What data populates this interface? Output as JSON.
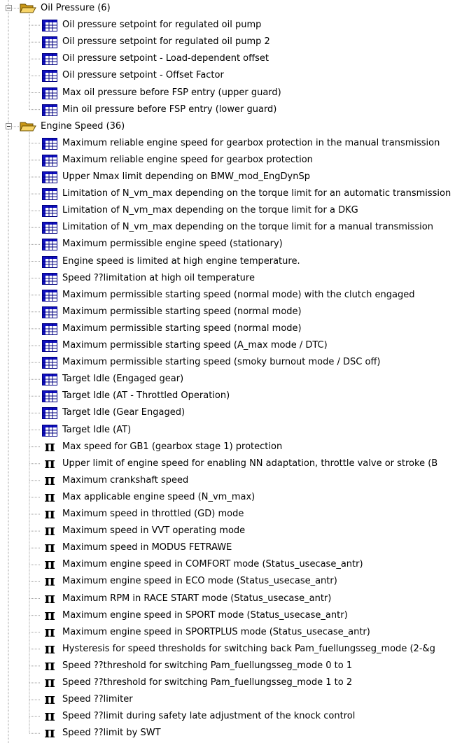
{
  "groups": [
    {
      "label": "Oil Pressure (6)",
      "items": [
        {
          "label": "Oil pressure setpoint for regulated oil pump",
          "icon": "table-icon"
        },
        {
          "label": "Oil pressure setpoint for regulated oil pump 2",
          "icon": "table-icon"
        },
        {
          "label": "Oil pressure setpoint - Load-dependent offset",
          "icon": "table-icon"
        },
        {
          "label": "Oil pressure setpoint - Offset Factor",
          "icon": "table-icon"
        },
        {
          "label": "Max oil pressure before FSP entry (upper guard)",
          "icon": "table-icon"
        },
        {
          "label": "Min oil pressure before FSP entry (lower guard)",
          "icon": "table-icon"
        }
      ]
    },
    {
      "label": "Engine Speed (36)",
      "items": [
        {
          "label": "Maximum reliable engine speed for gearbox protection in the manual transmission",
          "icon": "table-icon"
        },
        {
          "label": "Maximum reliable engine speed for gearbox protection",
          "icon": "table-icon"
        },
        {
          "label": "Upper Nmax limit depending on BMW_mod_EngDynSp",
          "icon": "table-icon"
        },
        {
          "label": "Limitation of N_vm_max depending on the torque limit for an automatic transmission",
          "icon": "table-icon"
        },
        {
          "label": "Limitation of N_vm_max depending on the torque limit for a DKG",
          "icon": "table-icon"
        },
        {
          "label": "Limitation of N_vm_max depending on the torque limit for a manual transmission",
          "icon": "table-icon"
        },
        {
          "label": "Maximum permissible engine speed (stationary)",
          "icon": "table-icon"
        },
        {
          "label": "Engine speed is limited at high engine temperature.",
          "icon": "table-icon"
        },
        {
          "label": "Speed ??limitation at high oil temperature",
          "icon": "table-icon"
        },
        {
          "label": "Maximum permissible starting speed (normal mode) with the clutch engaged",
          "icon": "table-icon"
        },
        {
          "label": "Maximum permissible starting speed (normal mode)",
          "icon": "table-icon"
        },
        {
          "label": "Maximum permissible starting speed (normal mode)",
          "icon": "table-icon"
        },
        {
          "label": "Maximum permissible starting speed (A_max mode / DTC)",
          "icon": "table-icon"
        },
        {
          "label": "Maximum permissible starting speed (smoky burnout mode / DSC off)",
          "icon": "table-icon"
        },
        {
          "label": "Target Idle (Engaged gear)",
          "icon": "table-icon"
        },
        {
          "label": "Target Idle (AT - Throttled Operation)",
          "icon": "table-icon"
        },
        {
          "label": "Target Idle (Gear Engaged)",
          "icon": "table-icon"
        },
        {
          "label": "Target Idle (AT)",
          "icon": "table-icon"
        },
        {
          "label": "Max speed for GB1 (gearbox stage 1) protection",
          "icon": "pi-icon"
        },
        {
          "label": "Upper limit of engine speed for enabling NN adaptation, throttle valve or stroke (B",
          "icon": "pi-icon"
        },
        {
          "label": "Maximum crankshaft speed",
          "icon": "pi-icon"
        },
        {
          "label": "Max applicable engine speed (N_vm_max)",
          "icon": "pi-icon"
        },
        {
          "label": "Maximum speed in throttled (GD) mode",
          "icon": "pi-icon"
        },
        {
          "label": "Maximum speed in VVT operating mode",
          "icon": "pi-icon"
        },
        {
          "label": "Maximum speed in MODUS FETRAWE",
          "icon": "pi-icon"
        },
        {
          "label": "Maximum engine speed in COMFORT mode (Status_usecase_antr)",
          "icon": "pi-icon"
        },
        {
          "label": "Maximum engine speed in ECO mode (Status_usecase_antr)",
          "icon": "pi-icon"
        },
        {
          "label": "Maximum RPM in RACE START mode (Status_usecase_antr)",
          "icon": "pi-icon"
        },
        {
          "label": "Maximum engine speed in SPORT mode (Status_usecase_antr)",
          "icon": "pi-icon"
        },
        {
          "label": "Maximum engine speed in SPORTPLUS mode (Status_usecase_antr)",
          "icon": "pi-icon"
        },
        {
          "label": "Hysteresis for speed thresholds for switching back Pam_fuellungsseg_mode (2-&g",
          "icon": "pi-icon"
        },
        {
          "label": "Speed ??threshold for switching Pam_fuellungsseg_mode 0 to 1",
          "icon": "pi-icon"
        },
        {
          "label": "Speed ??threshold for switching Pam_fuellungsseg_mode 1 to 2",
          "icon": "pi-icon"
        },
        {
          "label": "Speed ??limiter",
          "icon": "pi-icon"
        },
        {
          "label": "Speed ??limit during safety late adjustment of the knock control",
          "icon": "pi-icon"
        },
        {
          "label": "Speed ??limit by SWT",
          "icon": "pi-icon"
        }
      ]
    }
  ],
  "colors": {
    "table_border": "#000080",
    "table_header": "#1010c0",
    "table_fill": "#ffffff",
    "folder_back": "#c89616",
    "folder_front": "#f7d468",
    "tree_line": "#a0a0a0"
  }
}
